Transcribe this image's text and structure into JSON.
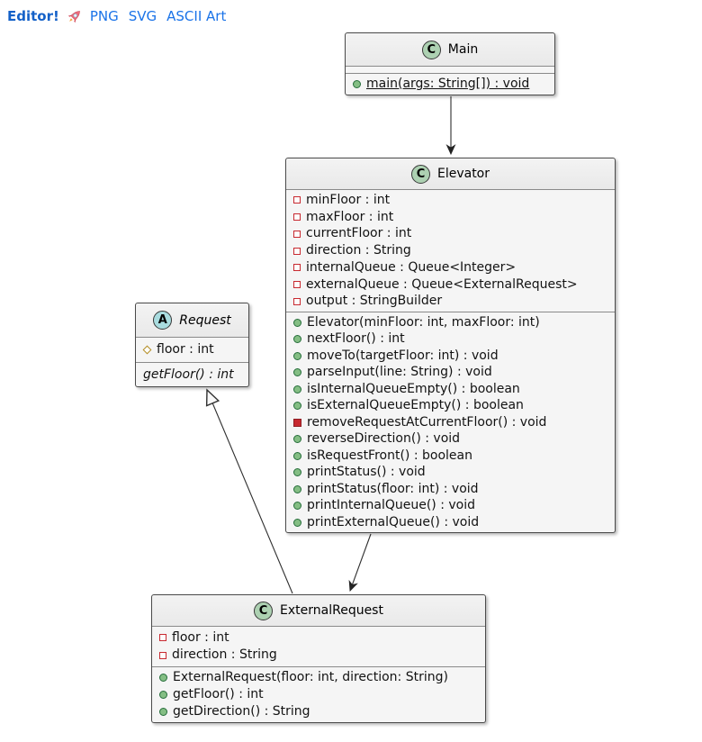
{
  "toolbar": {
    "title": "Editor!",
    "rocket_icon": "rocket",
    "links": {
      "png": "PNG",
      "svg": "SVG",
      "ascii": "ASCII Art"
    }
  },
  "colors": {
    "title_blue": "#1461c8",
    "link_blue": "#1a73e8",
    "class_badge_green": "#ADD1B2",
    "abstract_badge_cyan": "#A9DCDF",
    "public_method_green": "#84BE84",
    "private_red": "#C82930",
    "protected_yellow": "#B38D22",
    "box_fill": "#f5f5f5",
    "box_border": "#4a4a4a"
  },
  "classes": {
    "main": {
      "stereotype": "C",
      "name": "Main",
      "attributes": [],
      "methods": [
        {
          "visibility": "public",
          "static": true,
          "text": "main(args: String[]) : void"
        }
      ]
    },
    "elevator": {
      "stereotype": "C",
      "name": "Elevator",
      "attributes": [
        {
          "visibility": "private",
          "text": "minFloor : int"
        },
        {
          "visibility": "private",
          "text": "maxFloor : int"
        },
        {
          "visibility": "private",
          "text": "currentFloor : int"
        },
        {
          "visibility": "private",
          "text": "direction : String"
        },
        {
          "visibility": "private",
          "text": "internalQueue : Queue<Integer>"
        },
        {
          "visibility": "private",
          "text": "externalQueue : Queue<ExternalRequest>"
        },
        {
          "visibility": "private",
          "text": "output : StringBuilder"
        }
      ],
      "methods": [
        {
          "visibility": "public",
          "text": "Elevator(minFloor: int, maxFloor: int)"
        },
        {
          "visibility": "public",
          "text": "nextFloor() : int"
        },
        {
          "visibility": "public",
          "text": "moveTo(targetFloor: int) : void"
        },
        {
          "visibility": "public",
          "text": "parseInput(line: String) : void"
        },
        {
          "visibility": "public",
          "text": "isInternalQueueEmpty() : boolean"
        },
        {
          "visibility": "public",
          "text": "isExternalQueueEmpty() : boolean"
        },
        {
          "visibility": "private",
          "text": "removeRequestAtCurrentFloor() : void"
        },
        {
          "visibility": "public",
          "text": "reverseDirection() : void"
        },
        {
          "visibility": "public",
          "text": "isRequestFront() : boolean"
        },
        {
          "visibility": "public",
          "text": "printStatus() : void"
        },
        {
          "visibility": "public",
          "text": "printStatus(floor: int) : void"
        },
        {
          "visibility": "public",
          "text": "printInternalQueue() : void"
        },
        {
          "visibility": "public",
          "text": "printExternalQueue() : void"
        }
      ]
    },
    "request": {
      "stereotype": "A",
      "name": "Request",
      "abstract": true,
      "attributes": [
        {
          "visibility": "protected",
          "text": "floor : int"
        }
      ],
      "methods": [
        {
          "visibility": "none",
          "abstract": true,
          "text": "getFloor() : int"
        }
      ]
    },
    "external_request": {
      "stereotype": "C",
      "name": "ExternalRequest",
      "attributes": [
        {
          "visibility": "private",
          "text": "floor : int"
        },
        {
          "visibility": "private",
          "text": "direction : String"
        }
      ],
      "methods": [
        {
          "visibility": "public",
          "text": "ExternalRequest(floor: int, direction: String)"
        },
        {
          "visibility": "public",
          "text": "getFloor() : int"
        },
        {
          "visibility": "public",
          "text": "getDirection() : String"
        }
      ]
    }
  },
  "relations": [
    {
      "from": "Main",
      "to": "Elevator",
      "type": "directed-association"
    },
    {
      "from": "Elevator",
      "to": "ExternalRequest",
      "type": "directed-association"
    },
    {
      "from": "ExternalRequest",
      "to": "Request",
      "type": "inheritance"
    }
  ]
}
